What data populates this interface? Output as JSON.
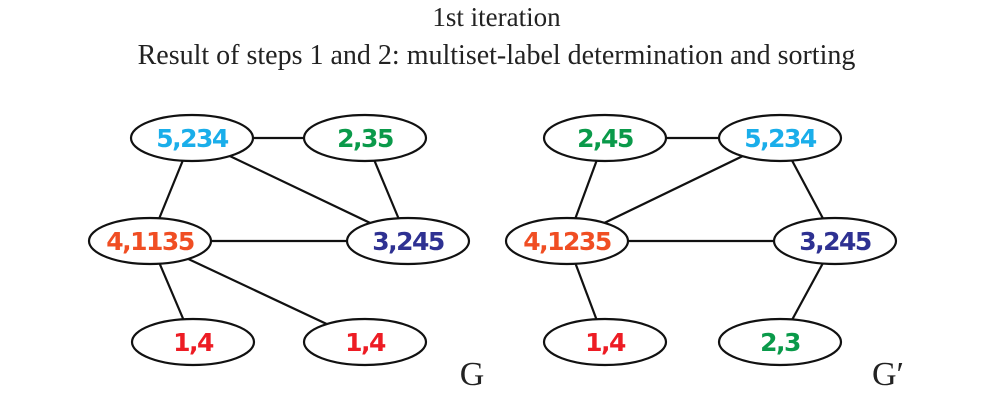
{
  "title_line1": "1st iteration",
  "title_line2": "Result of steps 1 and 2: multiset-label determination and sorting",
  "colors": {
    "cyan": "#1aaeea",
    "green": "#0a9a4a",
    "orange": "#f04e23",
    "navy": "#2e3192",
    "red": "#ed1c24"
  },
  "graphs": [
    {
      "name": "G",
      "nodes": [
        {
          "id": "a",
          "label": "5,234",
          "color": "cyan"
        },
        {
          "id": "b",
          "label": "2,35",
          "color": "green"
        },
        {
          "id": "c",
          "label": "4,1135",
          "color": "orange"
        },
        {
          "id": "d",
          "label": "3,245",
          "color": "navy"
        },
        {
          "id": "e",
          "label": "1,4",
          "color": "red"
        },
        {
          "id": "f",
          "label": "1,4",
          "color": "red"
        }
      ],
      "edges": [
        [
          "a",
          "b"
        ],
        [
          "a",
          "c"
        ],
        [
          "a",
          "d"
        ],
        [
          "b",
          "d"
        ],
        [
          "c",
          "d"
        ],
        [
          "c",
          "e"
        ],
        [
          "c",
          "f"
        ]
      ]
    },
    {
      "name": "G′",
      "nodes": [
        {
          "id": "a",
          "label": "2,45",
          "color": "green"
        },
        {
          "id": "b",
          "label": "5,234",
          "color": "cyan"
        },
        {
          "id": "c",
          "label": "4,1235",
          "color": "orange"
        },
        {
          "id": "d",
          "label": "3,245",
          "color": "navy"
        },
        {
          "id": "e",
          "label": "1,4",
          "color": "red"
        },
        {
          "id": "f",
          "label": "2,3",
          "color": "green"
        }
      ],
      "edges": [
        [
          "a",
          "b"
        ],
        [
          "a",
          "c"
        ],
        [
          "b",
          "c"
        ],
        [
          "b",
          "d"
        ],
        [
          "c",
          "d"
        ],
        [
          "c",
          "e"
        ],
        [
          "d",
          "f"
        ]
      ]
    }
  ]
}
